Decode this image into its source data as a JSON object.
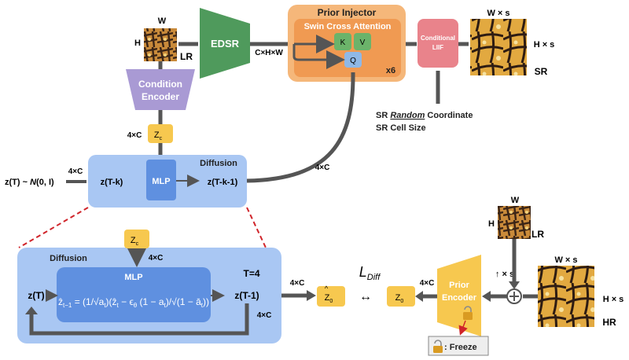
{
  "colors": {
    "prior_injector": "#f5b77a",
    "prior_injector_inner": "#f09a52",
    "edsr": "#4f9a5c",
    "condition_encoder": "#a99ad4",
    "liif": "#e9838b",
    "zc_box": "#f7c84f",
    "diffusion_outer": "#a9c7f3",
    "mlp_box": "#5f90e0",
    "prior_encoder": "#f7c84f",
    "arrow": "#555555",
    "dashed": "#d0242a",
    "kv_box": "#6bb36a",
    "q_box": "#8fb8e6"
  },
  "top": {
    "lr_w": "W",
    "lr_h": "H",
    "lr_label": "LR",
    "edsr": "EDSR",
    "feat_dim": "C×H×W",
    "prior_injector_title": "Prior Injector",
    "swin_title": "Swin Cross Attention",
    "k": "K",
    "v": "V",
    "q": "Q",
    "repeat": "x6",
    "liif_line1": "Conditional",
    "liif_line2": "LIIF",
    "sr_w": "W × s",
    "sr_h": "H × s",
    "sr_label": "SR",
    "coord_prefix": "SR ",
    "coord_italic": "Random",
    "coord_suffix": " Coordinate",
    "cell_size": "SR Cell Size",
    "cond_encoder_line1": "Condition",
    "cond_encoder_line2": "Encoder",
    "four_c_top": "4×C",
    "zc": "Z",
    "zc_sub": "c"
  },
  "middle": {
    "input_prefix": "z(T) ~ ",
    "input_n": "N",
    "input_suffix": "(0, I)",
    "four_c_in": "4×C",
    "zt_k": "z(T-k)",
    "mlp": "MLP",
    "diffusion": "Diffusion",
    "zt_k1": "z(T-k-1)",
    "four_c_out": "4×C"
  },
  "bottom": {
    "diffusion": "Diffusion",
    "zc": "Z",
    "zc_sub": "c",
    "four_c_zc": "4×C",
    "mlp": "MLP",
    "t_equals": "T=4",
    "zt": "z(T)",
    "zt1": "z(T-1)",
    "four_c_loop": "4×C",
    "four_c_out": "4×C",
    "z0_hat": "Z",
    "z0_hat_sub": "0",
    "loss_main": "L",
    "loss_sub": "Diff",
    "equiv": "↔",
    "z0": "Z",
    "z0_sub": "0",
    "four_c_pe": "4×C",
    "prior_encoder_line1": "Prior",
    "prior_encoder_line2": "Encoder",
    "up_s": "↑ × s",
    "lr_w": "W",
    "lr_h": "H",
    "lr_label": "LR",
    "hr_w": "W × s",
    "hr_h": "H × s",
    "hr_label": "HR",
    "freeze": ": Freeze"
  }
}
